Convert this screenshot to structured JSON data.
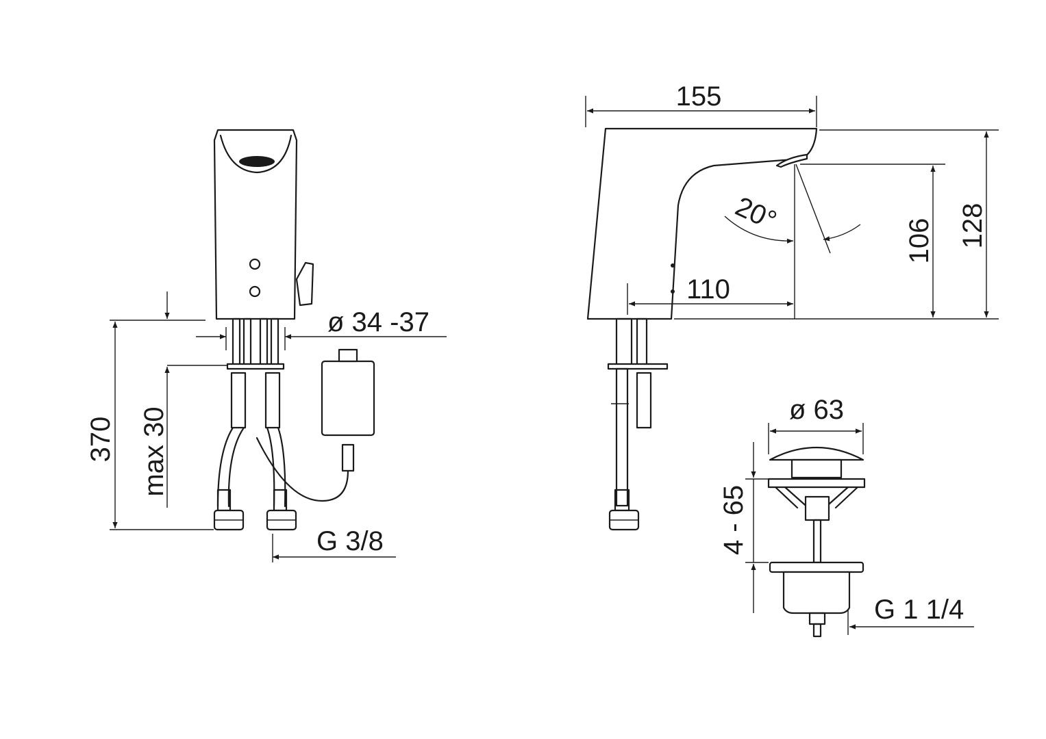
{
  "front_view": {
    "diameter_label": "ø 34 -37",
    "height_label": "370",
    "deck_label": "max 30",
    "thread_label": "G 3/8"
  },
  "side_view": {
    "length_label": "155",
    "reach_label": "110",
    "outlet_height_label": "106",
    "total_height_label": "128",
    "angle_label": "20°"
  },
  "drain_view": {
    "diameter_label": "ø 63",
    "stroke_label": "4 - 65",
    "thread_label": "G 1 1/4"
  },
  "colors": {
    "line": "#1a1a1a",
    "background": "#ffffff"
  }
}
